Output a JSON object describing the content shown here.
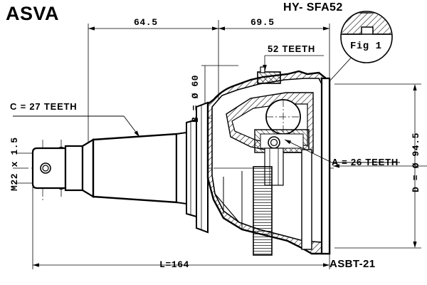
{
  "drawing": {
    "brand": "ASVA",
    "part_number": "HY- SFA52",
    "catalog_code": "ASBT-21",
    "type": "cv-joint-technical-drawing"
  },
  "dimensions": {
    "left_length": "64.5",
    "right_length": "69.5",
    "overall_length": "L=164",
    "boot_diameter": "B = Ø 60",
    "flange_diameter": "D = Ø 94.5",
    "thread": "M22 x 1.5"
  },
  "splines": {
    "abs_ring": "52 TEETH",
    "inner": "A = 26 TEETH",
    "shaft": "C = 27 TEETH"
  },
  "detail": {
    "fig_label": "Fig 1"
  },
  "colors": {
    "line": "#000000",
    "background": "#ffffff",
    "hatch": "#000000"
  }
}
